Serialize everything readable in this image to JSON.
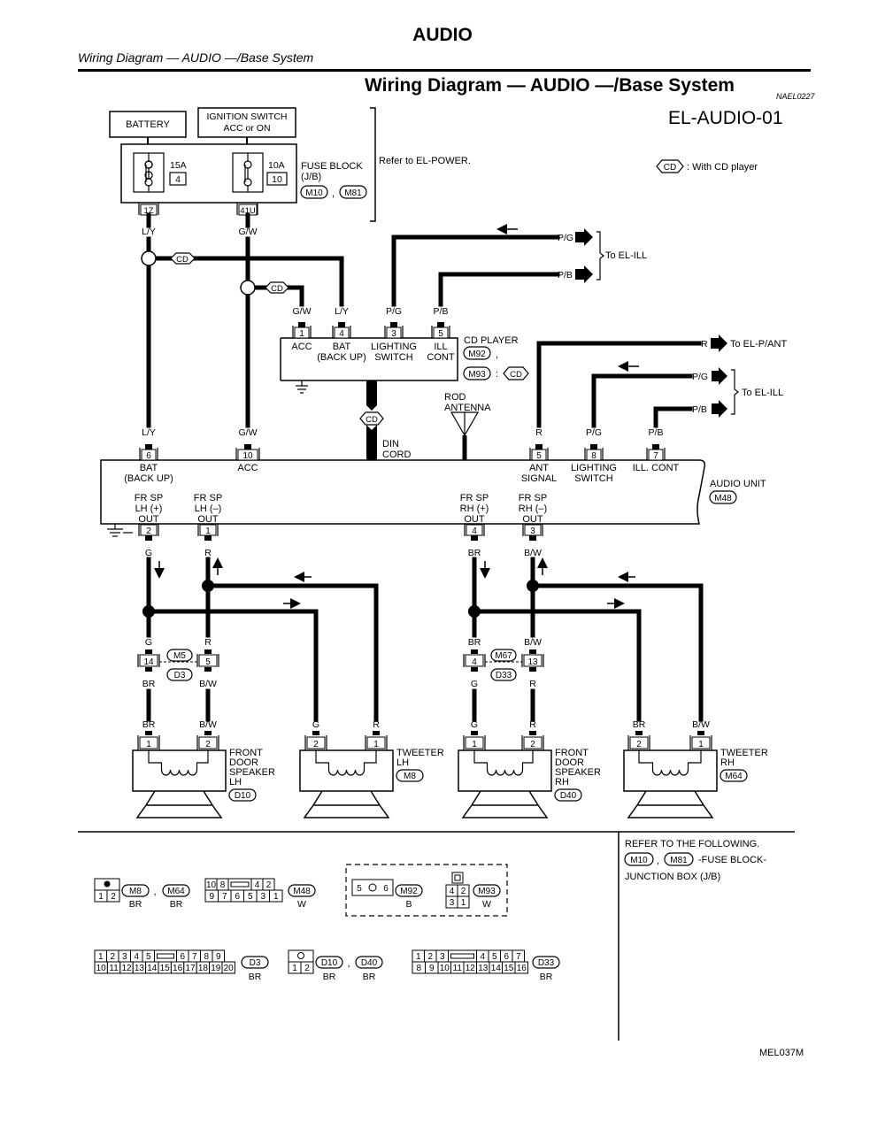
{
  "header": {
    "page_title": "AUDIO",
    "subtitle": "Wiring Diagram — AUDIO —/Base System"
  },
  "diagram": {
    "title": "Wiring Diagram — AUDIO —/Base System",
    "ref_code": "NAEL0227",
    "diagram_id": "EL-AUDIO-01",
    "figure_code": "MEL037M",
    "legend_symbol": "CD",
    "legend_text": ": With CD player",
    "power": {
      "battery": "BATTERY",
      "ignition_line1": "IGNITION SWITCH",
      "ignition_line2": "ACC or ON",
      "fuse1_rating": "15A",
      "fuse1_num": "4",
      "fuse2_rating": "10A",
      "fuse2_num": "10",
      "fuse_block_line1": "FUSE BLOCK",
      "fuse_block_line2": "(J/B)",
      "fuse_conn1": "M10",
      "fuse_conn2": "M81",
      "comma": ",",
      "terminal1": "1Z",
      "terminal2": "41U",
      "refer_power": "Refer to EL-POWER."
    },
    "to_el_ill": "To EL-ILL",
    "to_el_pant": "To EL-P/ANT",
    "wires": {
      "ly": "L/Y",
      "gw": "G/W",
      "pg": "P/G",
      "pb": "P/B",
      "r": "R",
      "g": "G",
      "br": "BR",
      "bw": "B/W"
    },
    "cd_player": {
      "name": "CD PLAYER",
      "conn1": "M92",
      "conn2": "M93",
      "colon": ":",
      "comma": ",",
      "pins": [
        {
          "num": "1",
          "label1": "ACC",
          "label2": ""
        },
        {
          "num": "4",
          "label1": "BAT",
          "label2": "(BACK UP)"
        },
        {
          "num": "3",
          "label1": "LIGHTING",
          "label2": "SWITCH"
        },
        {
          "num": "5",
          "label1": "ILL",
          "label2": "CONT"
        }
      ]
    },
    "antenna_line1": "ROD",
    "antenna_line2": "ANTENNA",
    "din_line1": "DIN",
    "din_line2": "CORD",
    "audio_unit": {
      "name": "AUDIO UNIT",
      "conn": "M48",
      "top_pins": [
        {
          "num": "6",
          "label1": "BAT",
          "label2": "(BACK UP)"
        },
        {
          "num": "10",
          "label1": "ACC",
          "label2": ""
        },
        {
          "num": "5",
          "label1": "ANT",
          "label2": "SIGNAL"
        },
        {
          "num": "8",
          "label1": "LIGHTING",
          "label2": "SWITCH"
        },
        {
          "num": "7",
          "label1": "ILL. CONT",
          "label2": ""
        }
      ],
      "bottom_pins": [
        {
          "num": "2",
          "l1": "FR SP",
          "l2": "LH (+)",
          "l3": "OUT"
        },
        {
          "num": "1",
          "l1": "FR SP",
          "l2": "LH (–)",
          "l3": "OUT"
        },
        {
          "num": "4",
          "l1": "FR SP",
          "l2": "RH (+)",
          "l3": "OUT"
        },
        {
          "num": "3",
          "l1": "FR SP",
          "l2": "RH (–)",
          "l3": "OUT"
        }
      ]
    },
    "joints": [
      {
        "pins": [
          "14",
          "5"
        ],
        "conn_top": "M5",
        "conn_bot": "D3"
      },
      {
        "pins": [
          "4",
          "13"
        ],
        "conn_top": "M67",
        "conn_bot": "D33"
      }
    ],
    "speakers": [
      {
        "l1": "FRONT",
        "l2": "DOOR",
        "l3": "SPEAKER",
        "l4": "LH",
        "conn": "D10",
        "pins": [
          "1",
          "2"
        ]
      },
      {
        "l1": "TWEETER",
        "l2": "LH",
        "l3": "",
        "l4": "",
        "conn": "M8",
        "pins": [
          "2",
          "1"
        ]
      },
      {
        "l1": "FRONT",
        "l2": "DOOR",
        "l3": "SPEAKER",
        "l4": "RH",
        "conn": "D40",
        "pins": [
          "1",
          "2"
        ]
      },
      {
        "l1": "TWEETER",
        "l2": "RH",
        "l3": "",
        "l4": "",
        "conn": "M64",
        "pins": [
          "2",
          "1"
        ]
      }
    ],
    "refer": {
      "line1": "REFER TO THE FOLLOWING.",
      "conn1": "M10",
      "comma": ",",
      "conn2": "M81",
      "line2_tail": "-FUSE BLOCK-",
      "line3": "JUNCTION BOX (J/B)"
    },
    "connectors": {
      "c1": {
        "cells": [
          "1",
          "2"
        ],
        "names": [
          "M8",
          "M64"
        ],
        "colors": [
          "BR",
          "BR"
        ],
        "comma": ","
      },
      "c2": {
        "row1": [
          "10",
          "8",
          "4",
          "2"
        ],
        "row2": [
          "9",
          "7",
          "6",
          "5",
          "3",
          "1"
        ],
        "name": "M48",
        "color": "W"
      },
      "c3": {
        "cells": [
          "5",
          "6"
        ],
        "name": "M92",
        "color": "B"
      },
      "c4": {
        "row1": [
          "4",
          "2"
        ],
        "row2": [
          "3",
          "1"
        ],
        "name": "M93",
        "color": "W"
      },
      "c5": {
        "row1": [
          "1",
          "2",
          "3",
          "4",
          "5",
          "6",
          "7",
          "8",
          "9"
        ],
        "row2": [
          "10",
          "11",
          "12",
          "13",
          "14",
          "15",
          "16",
          "17",
          "18",
          "19",
          "20"
        ],
        "name": "D3",
        "color": "BR"
      },
      "c6": {
        "cells": [
          "1",
          "2"
        ],
        "names": [
          "D10",
          "D40"
        ],
        "colors": [
          "BR",
          "BR"
        ],
        "comma": ","
      },
      "c7": {
        "row1": [
          "1",
          "2",
          "3",
          "4",
          "5",
          "6",
          "7"
        ],
        "row2": [
          "8",
          "9",
          "10",
          "11",
          "12",
          "13",
          "14",
          "15",
          "16"
        ],
        "name": "D33",
        "color": "BR"
      }
    }
  }
}
